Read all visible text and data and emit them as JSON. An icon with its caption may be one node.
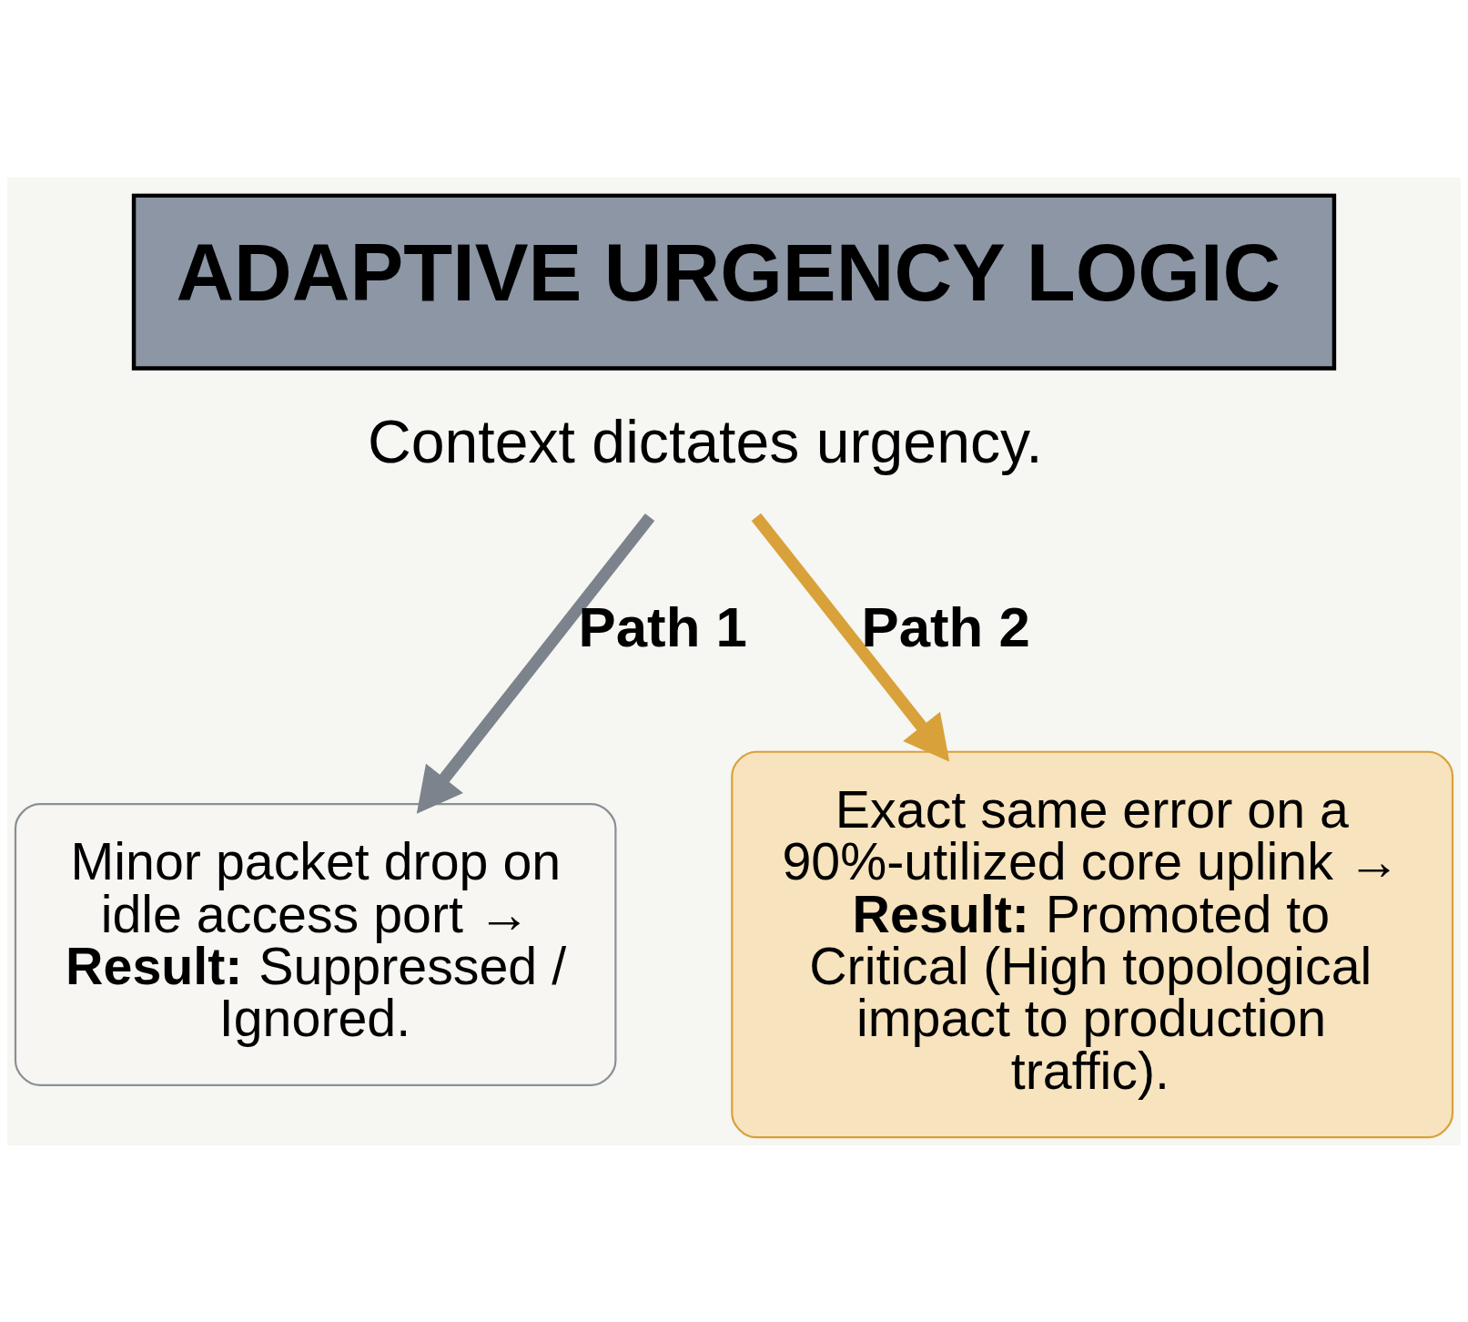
{
  "diagram": {
    "title": "ADAPTIVE URGENCY LOGIC",
    "nodes": [
      {
        "text": [
          "Context dictates urgency."
        ]
      },
      {
        "text": [
          "Minor packet drop on idle access port → **Result:** Suppressed / Ignored."
        ]
      },
      {
        "text": [
          "Exact same error on a 90%-utilized core uplink → **Result:** Promoted to Critical (High topological impact to production traffic)."
        ]
      }
    ],
    "edges": [
      {
        "from": 0,
        "to": 1,
        "arrow": "to",
        "label": "Path 1"
      },
      {
        "from": 0,
        "to": 2,
        "arrow": "to",
        "label": "Path 2",
        "color": "#d9a13a"
      }
    ]
  }
}
